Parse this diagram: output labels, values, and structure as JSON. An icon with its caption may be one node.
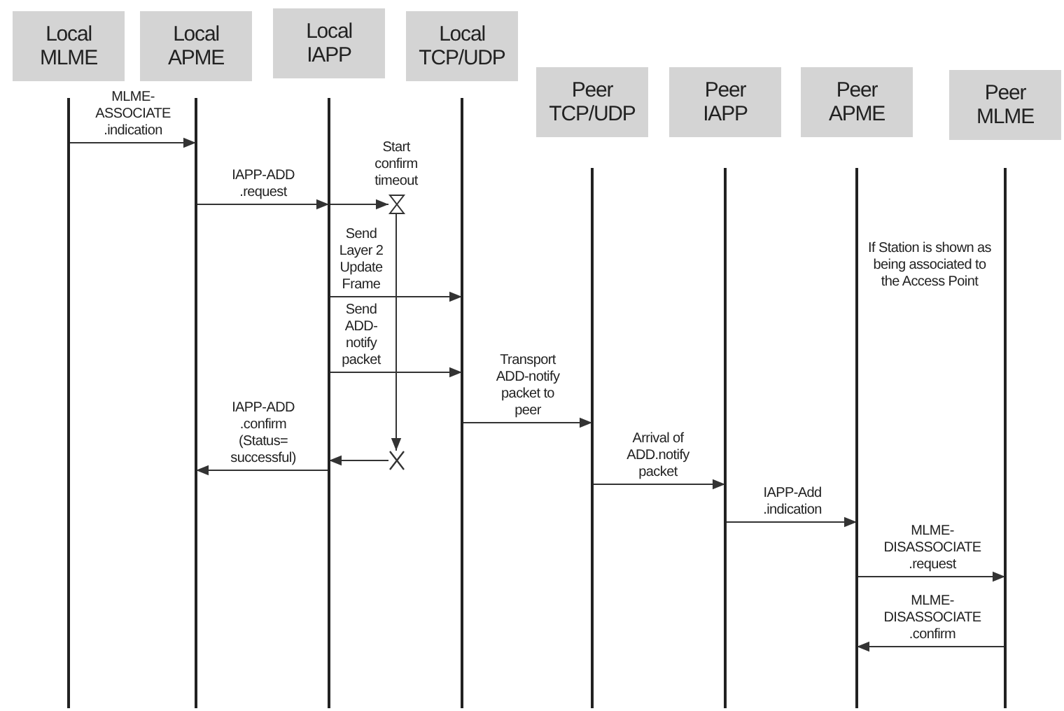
{
  "diagram": {
    "nodes": [
      {
        "text": [
          "Local MLME"
        ]
      },
      {
        "text": [
          "Local APME"
        ]
      },
      {
        "text": [
          "Local IAPP"
        ]
      },
      {
        "text": [
          "Local TCP/UDP"
        ]
      },
      {
        "text": [
          "Peer TCP/UDP"
        ]
      },
      {
        "text": [
          "Peer IAPP"
        ]
      },
      {
        "text": [
          "Peer APME"
        ]
      },
      {
        "text": [
          "Peer MLME"
        ]
      },
      {
        "text": [],
        "shape": "hourglass"
      },
      {
        "text": [],
        "shape": "cross"
      }
    ],
    "edges": [
      {
        "from": 0,
        "to": 1,
        "arrow": "to",
        "label": "MLME- ASSOCIATE .indication"
      },
      {
        "from": 1,
        "to": 2,
        "arrow": "to",
        "label": "IAPP-ADD .request"
      },
      {
        "from": 2,
        "to": 8,
        "arrow": "to"
      },
      {
        "from": 2,
        "to": 3,
        "arrow": "to",
        "label": "Send Layer 2 Update Frame"
      },
      {
        "from": 2,
        "to": 3,
        "arrow": "to",
        "label": "Send ADD-notify packet"
      },
      {
        "from": 8,
        "to": 9,
        "arrow": "to"
      },
      {
        "from": 9,
        "to": 2,
        "arrow": "to"
      },
      {
        "from": 2,
        "to": 1,
        "arrow": "to",
        "label": "IAPP-ADD .confirm (Status= successful)"
      },
      {
        "from": 3,
        "to": 4,
        "arrow": "to",
        "label": "Transport ADD-notify packet to peer"
      },
      {
        "from": 4,
        "to": 5,
        "arrow": "to",
        "label": "Arrival of ADD.notify packet"
      },
      {
        "from": 5,
        "to": 6,
        "arrow": "to",
        "label": "IAPP-Add .indication"
      },
      {
        "from": 6,
        "to": 7,
        "arrow": "to",
        "label": "MLME- DISASSOCIATE .request"
      },
      {
        "from": 7,
        "to": 6,
        "arrow": "to",
        "label": "MLME- DISASSOCIATE .confirm"
      }
    ],
    "labels": [
      "Start confirm timeout",
      "If Station is shown as being associated to the Access Point"
    ]
  }
}
